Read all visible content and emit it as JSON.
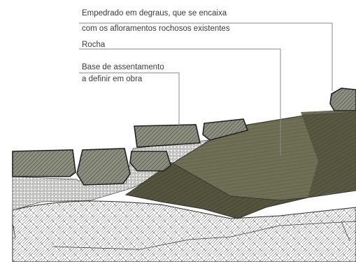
{
  "callouts": {
    "paving": {
      "line1": "Empedrado em degraus, que se encaixa",
      "line2": "com os afloramentos rochosos existentes"
    },
    "rock": {
      "line1": "Rocha"
    },
    "base": {
      "line1": "Base de assentamento",
      "line2": "a definir em obra"
    }
  },
  "colors": {
    "stone_fill": "#8d8f80",
    "rock_fill": "#6f6f55",
    "rock_dark": "#4f4f3a",
    "gravel_fill": "#d6d6cf",
    "outline": "#2a2a2a",
    "leader": "#8a8a8a",
    "text": "#3a3a3a"
  }
}
